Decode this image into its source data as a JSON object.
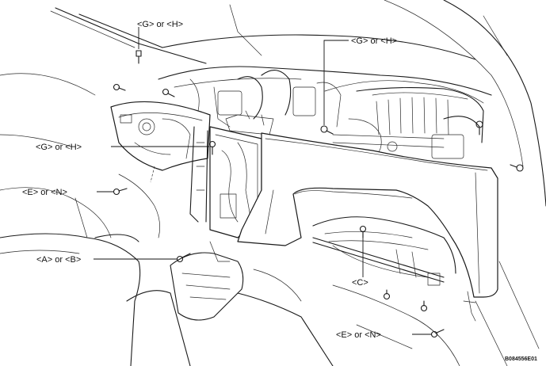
{
  "callouts": {
    "gh_top_left": "<G> or <H>",
    "gh_top_right": "<G> or <H>",
    "gh_middle": "<G> or <H>",
    "en_left": "<E> or <N>",
    "ab": "<A> or <B>",
    "c": "<C>",
    "en_bottom": "<E> or <N>"
  },
  "figure_code": "B084556E01"
}
